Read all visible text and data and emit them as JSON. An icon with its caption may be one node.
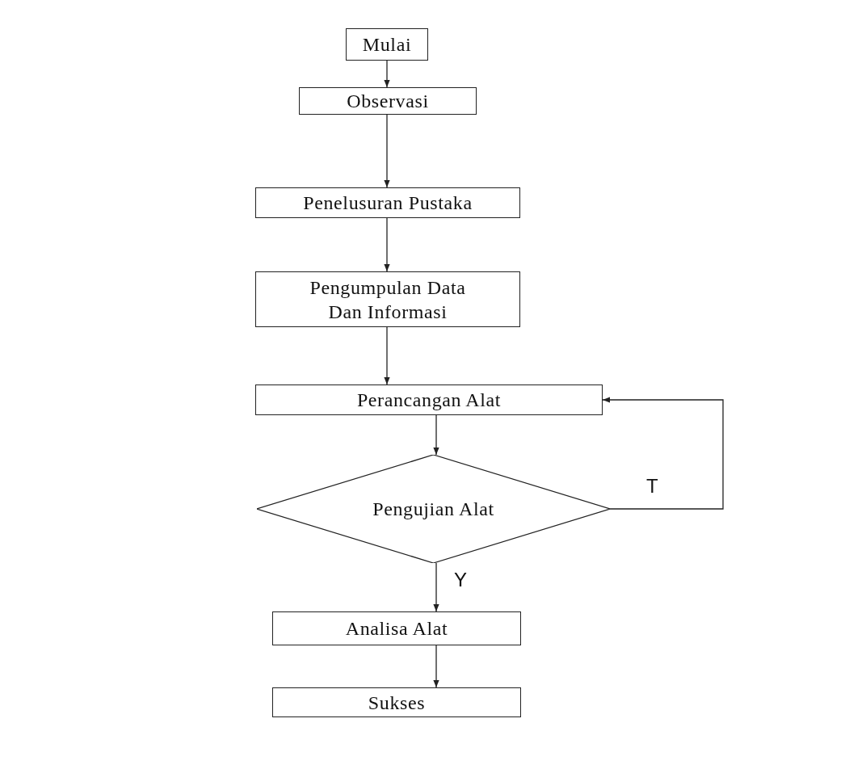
{
  "diagram": {
    "nodes": [
      {
        "text": [
          "Mulai"
        ]
      },
      {
        "text": [
          "Observasi"
        ]
      },
      {
        "text": [
          "Penelusuran Pustaka"
        ]
      },
      {
        "text": [
          "Pengumpulan Data Dan Informasi"
        ]
      },
      {
        "text": [
          "Perancangan Alat"
        ]
      },
      {
        "text": [
          "Pengujian Alat"
        ]
      },
      {
        "text": [
          "Analisa Alat"
        ]
      },
      {
        "text": [
          "Sukses"
        ]
      }
    ],
    "edges": [
      {
        "from": 0,
        "to": 1,
        "arrow": "to"
      },
      {
        "from": 1,
        "to": 2,
        "arrow": "to"
      },
      {
        "from": 2,
        "to": 3,
        "arrow": "to"
      },
      {
        "from": 3,
        "to": 4,
        "arrow": "to"
      },
      {
        "from": 4,
        "to": 5,
        "arrow": "to"
      },
      {
        "from": 5,
        "to": 4,
        "arrow": "to",
        "label": "T"
      },
      {
        "from": 5,
        "to": 6,
        "arrow": "to",
        "label": "Y"
      },
      {
        "from": 6,
        "to": 7,
        "arrow": "to"
      }
    ]
  }
}
